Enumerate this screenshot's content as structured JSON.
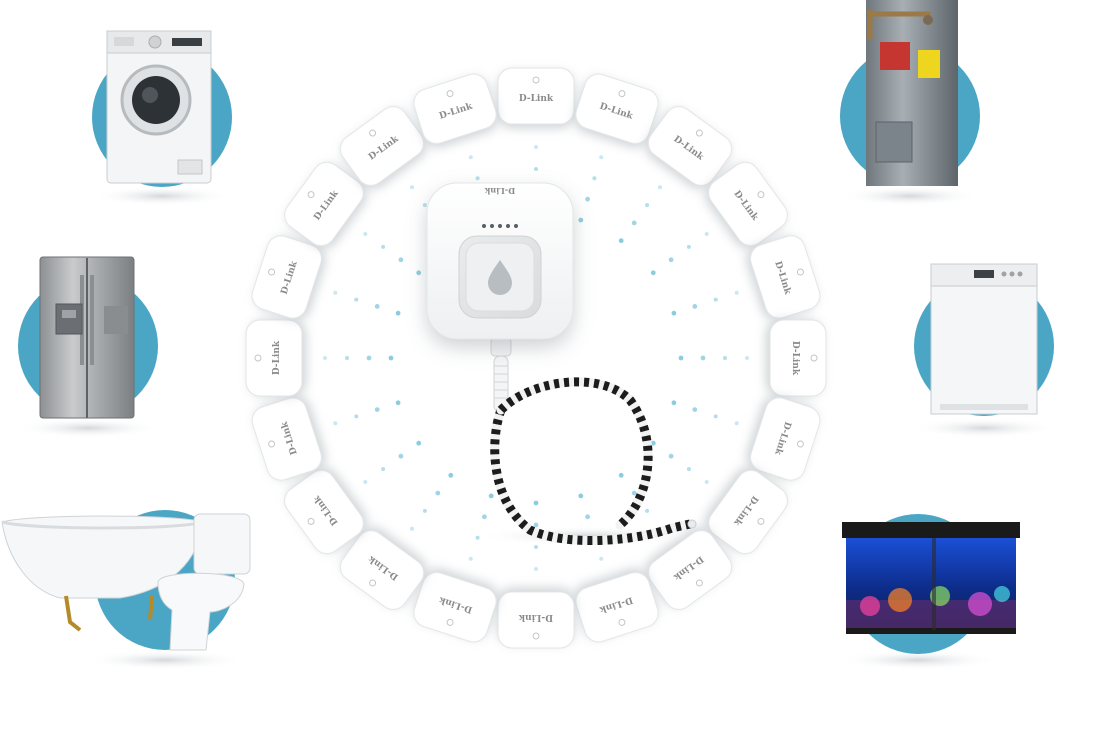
{
  "brand": {
    "text": "D-Link"
  },
  "hub": {
    "brand_text": "D-Link",
    "status_light_count": 5,
    "icon": "water-drop-icon"
  },
  "sensors": {
    "count": 20,
    "brand_text": "D-Link"
  },
  "appliances": [
    {
      "name": "washing-machine",
      "icon": "washing-machine-icon",
      "side": "left"
    },
    {
      "name": "refrigerator",
      "icon": "refrigerator-icon",
      "side": "left"
    },
    {
      "name": "bathtub-and-toilet",
      "icon": "bathtub-toilet-icon",
      "side": "left"
    },
    {
      "name": "water-heater",
      "icon": "water-heater-icon",
      "side": "right"
    },
    {
      "name": "dishwasher",
      "icon": "dishwasher-icon",
      "side": "right"
    },
    {
      "name": "aquarium",
      "icon": "aquarium-icon",
      "side": "right"
    }
  ],
  "colors": {
    "accent_circle": "#4aa6c4",
    "connector_dots": "#8ccce0",
    "device_white": "#ffffff",
    "device_shadow": "#d4d9dc",
    "cable_dark": "#1c1c1c"
  }
}
